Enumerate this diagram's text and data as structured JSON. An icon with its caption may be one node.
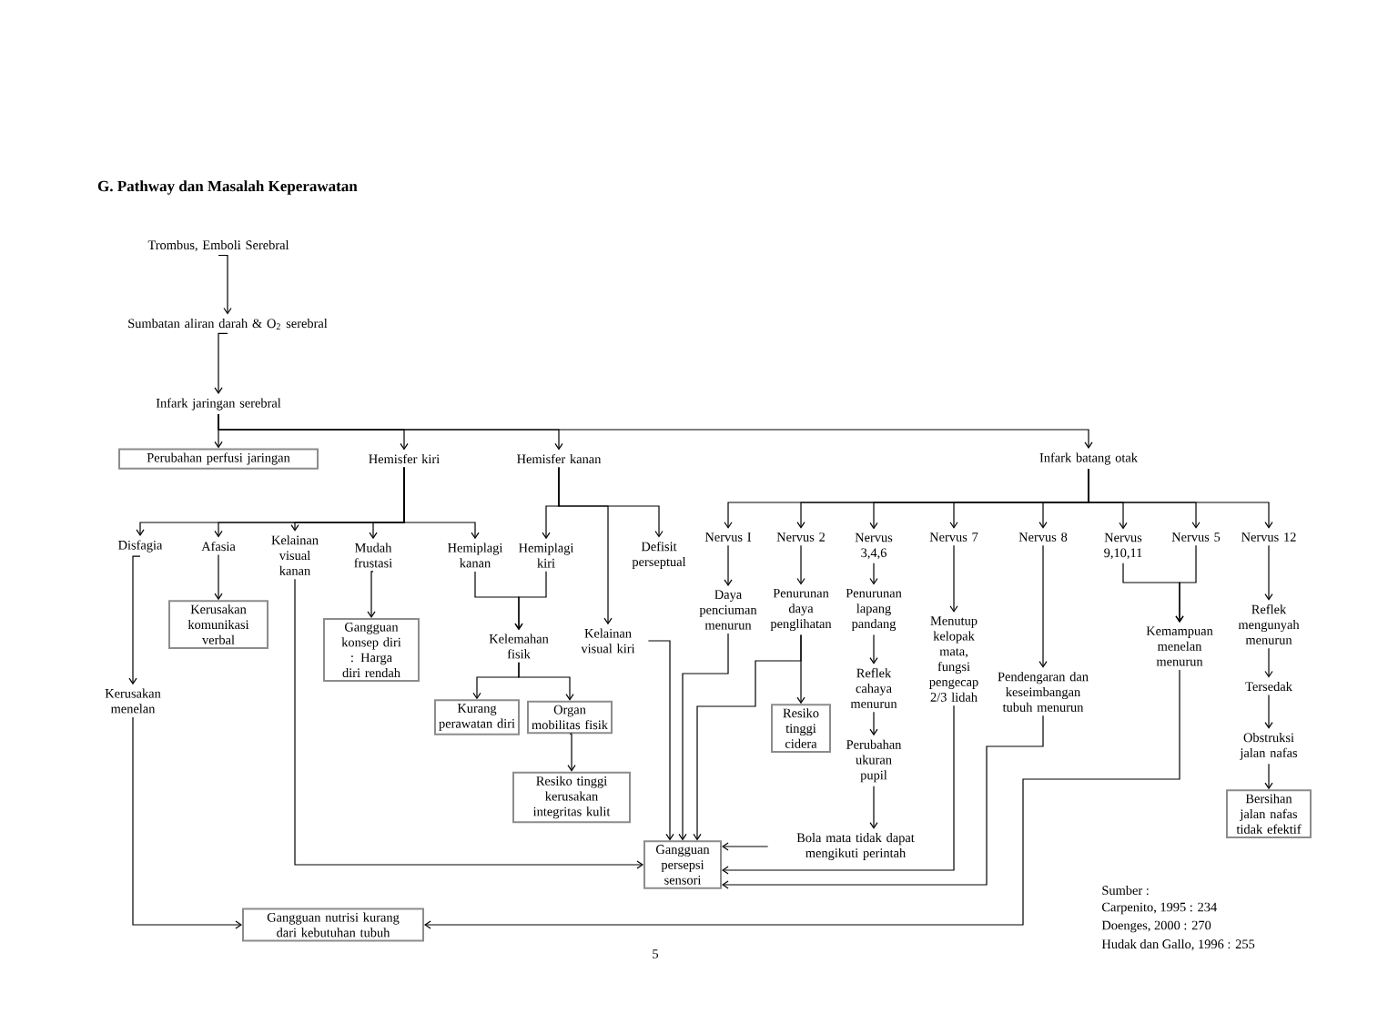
{
  "diagram": {
    "title": "G. Pathway dan Masalah Keperawatan",
    "nodes": [
      {
        "text": [
          "Trombus, Emboli Serebral"
        ]
      },
      {
        "text": [
          "Sumbatan aliran darah & O$_{2}$ serebral"
        ]
      },
      {
        "text": [
          "Infark jaringan serebral"
        ]
      },
      {
        "text": [
          "Perubahan perfusi jaringan"
        ]
      },
      {
        "text": [
          "Hemisfer kiri"
        ]
      },
      {
        "text": [
          "Hemisfer kanan"
        ]
      },
      {
        "text": [
          "Infark batang otak"
        ]
      },
      {
        "text": [
          "Disfagia"
        ]
      },
      {
        "text": [
          "Afasia"
        ]
      },
      {
        "text": [
          "Kelainan visual kanan"
        ]
      },
      {
        "text": [
          "Mudah frustasi"
        ]
      },
      {
        "text": [
          "Hemiplagi kanan"
        ]
      },
      {
        "text": [
          "Hemiplagi kiri"
        ]
      },
      {
        "text": [
          "Defisit perseptual"
        ]
      },
      {
        "text": [
          "Kerusakan komunikasi verbal"
        ]
      },
      {
        "text": [
          "Gangguan konsep diri : Harga diri rendah"
        ]
      },
      {
        "text": [
          "Kelemahan fisik"
        ]
      },
      {
        "text": [
          "Kelainan visual kiri"
        ]
      },
      {
        "text": [
          "Kurang perawatan diri"
        ]
      },
      {
        "text": [
          "Organ mobilitas fisik"
        ]
      },
      {
        "text": [
          "Resiko tinggi kerusakan integritas kulit"
        ]
      },
      {
        "text": [
          "Kerusakan menelan"
        ]
      },
      {
        "text": [
          "Gangguan persepsi sensori"
        ]
      },
      {
        "text": [
          "Gangguan nutrisi kurang dari kebutuhan tubuh"
        ]
      },
      {
        "text": [
          "Nervus I"
        ]
      },
      {
        "text": [
          "Nervus 2"
        ]
      },
      {
        "text": [
          "Nervus 3,4,6"
        ]
      },
      {
        "text": [
          "Nervus 7"
        ]
      },
      {
        "text": [
          "Nervus 8"
        ]
      },
      {
        "text": [
          "Nervus 9,10,11"
        ]
      },
      {
        "text": [
          "Nervus 5"
        ]
      },
      {
        "text": [
          "Nervus 12"
        ]
      },
      {
        "text": [
          "Daya penciuman menurun"
        ]
      },
      {
        "text": [
          "Penurunan daya penglihatan"
        ]
      },
      {
        "text": [
          "Resiko tinggi cidera"
        ]
      },
      {
        "text": [
          "Penurunan lapang pandang"
        ]
      },
      {
        "text": [
          "Reflek cahaya menurun"
        ]
      },
      {
        "text": [
          "Perubahan ukuran pupil"
        ]
      },
      {
        "text": [
          "Bola mata tidak dapat mengikuti perintah"
        ]
      },
      {
        "text": [
          "Menutup kelopak mata, fungsi pengecap 2/3 lidah"
        ]
      },
      {
        "text": [
          "Pendengaran dan keseimbangan tubuh menurun"
        ]
      },
      {
        "text": [
          "Kemampuan menelan menurun"
        ]
      },
      {
        "text": [
          "Reflek mengunyah menurun"
        ]
      },
      {
        "text": [
          "Tersedak"
        ]
      },
      {
        "text": [
          "Obstruksi jalan nafas"
        ]
      },
      {
        "text": [
          "Bersihan jalan nafas tidak efektif"
        ]
      }
    ],
    "edges": [
      {
        "from": 0,
        "to": 1,
        "arrow": "to"
      },
      {
        "from": 1,
        "to": 2,
        "arrow": "to"
      },
      {
        "from": 2,
        "to": 3,
        "arrow": "to"
      },
      {
        "from": 2,
        "to": 4,
        "arrow": "to"
      },
      {
        "from": 2,
        "to": 5,
        "arrow": "to"
      },
      {
        "from": 2,
        "to": 6,
        "arrow": "to"
      },
      {
        "from": 4,
        "to": 7,
        "arrow": "to"
      },
      {
        "from": 4,
        "to": 8,
        "arrow": "to"
      },
      {
        "from": 4,
        "to": 9,
        "arrow": "to"
      },
      {
        "from": 4,
        "to": 10,
        "arrow": "to"
      },
      {
        "from": 4,
        "to": 11,
        "arrow": "to"
      },
      {
        "from": 5,
        "to": 12,
        "arrow": "to"
      },
      {
        "from": 5,
        "to": 13,
        "arrow": "to"
      },
      {
        "from": 5,
        "to": 17,
        "arrow": "to"
      },
      {
        "from": 7,
        "to": 21,
        "arrow": "to"
      },
      {
        "from": 8,
        "to": 14,
        "arrow": "to"
      },
      {
        "from": 10,
        "to": 15,
        "arrow": "to"
      },
      {
        "from": 11,
        "to": 16,
        "arrow": "to"
      },
      {
        "from": 12,
        "to": 16,
        "arrow": "to"
      },
      {
        "from": 16,
        "to": 18,
        "arrow": "to"
      },
      {
        "from": 16,
        "to": 19,
        "arrow": "to"
      },
      {
        "from": 19,
        "to": 20,
        "arrow": "to"
      },
      {
        "from": 9,
        "to": 22,
        "arrow": "to"
      },
      {
        "from": 17,
        "to": 22,
        "arrow": "to"
      },
      {
        "from": 32,
        "to": 22,
        "arrow": "to"
      },
      {
        "from": 33,
        "to": 22,
        "arrow": "to"
      },
      {
        "from": 6,
        "to": 24,
        "arrow": "to"
      },
      {
        "from": 6,
        "to": 25,
        "arrow": "to"
      },
      {
        "from": 6,
        "to": 26,
        "arrow": "to"
      },
      {
        "from": 6,
        "to": 27,
        "arrow": "to"
      },
      {
        "from": 6,
        "to": 28,
        "arrow": "to"
      },
      {
        "from": 6,
        "to": 29,
        "arrow": "to"
      },
      {
        "from": 6,
        "to": 30,
        "arrow": "to"
      },
      {
        "from": 6,
        "to": 31,
        "arrow": "to"
      },
      {
        "from": 24,
        "to": 32,
        "arrow": "to"
      },
      {
        "from": 25,
        "to": 33,
        "arrow": "to"
      },
      {
        "from": 33,
        "to": 34,
        "arrow": "to"
      },
      {
        "from": 26,
        "to": 35,
        "arrow": "to"
      },
      {
        "from": 35,
        "to": 36,
        "arrow": "to"
      },
      {
        "from": 36,
        "to": 37,
        "arrow": "to"
      },
      {
        "from": 37,
        "to": 38,
        "arrow": "to"
      },
      {
        "from": 38,
        "to": 22,
        "arrow": "to"
      },
      {
        "from": 27,
        "to": 39,
        "arrow": "to"
      },
      {
        "from": 28,
        "to": 40,
        "arrow": "to"
      },
      {
        "from": 39,
        "to": 22,
        "arrow": "to"
      },
      {
        "from": 40,
        "to": 22,
        "arrow": "to"
      },
      {
        "from": 29,
        "to": 41,
        "arrow": "to"
      },
      {
        "from": 30,
        "to": 41,
        "arrow": "to"
      },
      {
        "from": 41,
        "to": 23,
        "arrow": "to"
      },
      {
        "from": 21,
        "to": 23,
        "arrow": "to"
      },
      {
        "from": 31,
        "to": 42,
        "arrow": "to"
      },
      {
        "from": 42,
        "to": 43,
        "arrow": "to"
      },
      {
        "from": 43,
        "to": 44,
        "arrow": "to"
      },
      {
        "from": 44,
        "to": 45,
        "arrow": "to"
      }
    ],
    "labels": [
      "5",
      "Sumber :",
      "Carpenito, 1995 : 234",
      "Doenges, 2000 : 270",
      "Hudak dan Gallo, 1996 : 255"
    ]
  }
}
